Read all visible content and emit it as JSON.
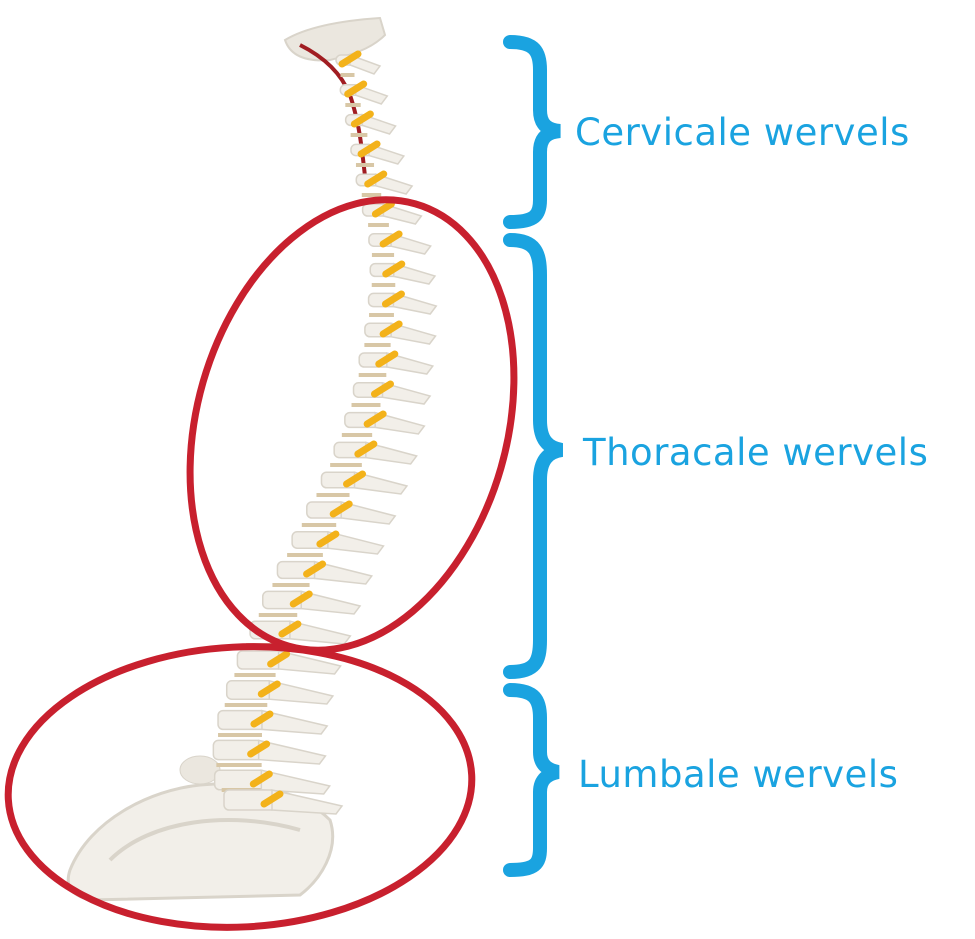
{
  "regions": [
    {
      "id": "cervical",
      "label": "Cervicale wervels"
    },
    {
      "id": "thoracic",
      "label": "Thoracale wervels"
    },
    {
      "id": "lumbar",
      "label": "Lumbale wervels"
    }
  ],
  "colors": {
    "label": "#1aa3e0",
    "bracket": "#1aa3e0",
    "highlight_ellipse": "#c8202e",
    "bone": "#f2efe9",
    "bone_shadow": "#d9d4ca",
    "disc": "#d8c7a6",
    "nerve": "#f3b21a",
    "artery": "#a11d22"
  },
  "highlights": [
    "thoracic",
    "lumbar"
  ]
}
